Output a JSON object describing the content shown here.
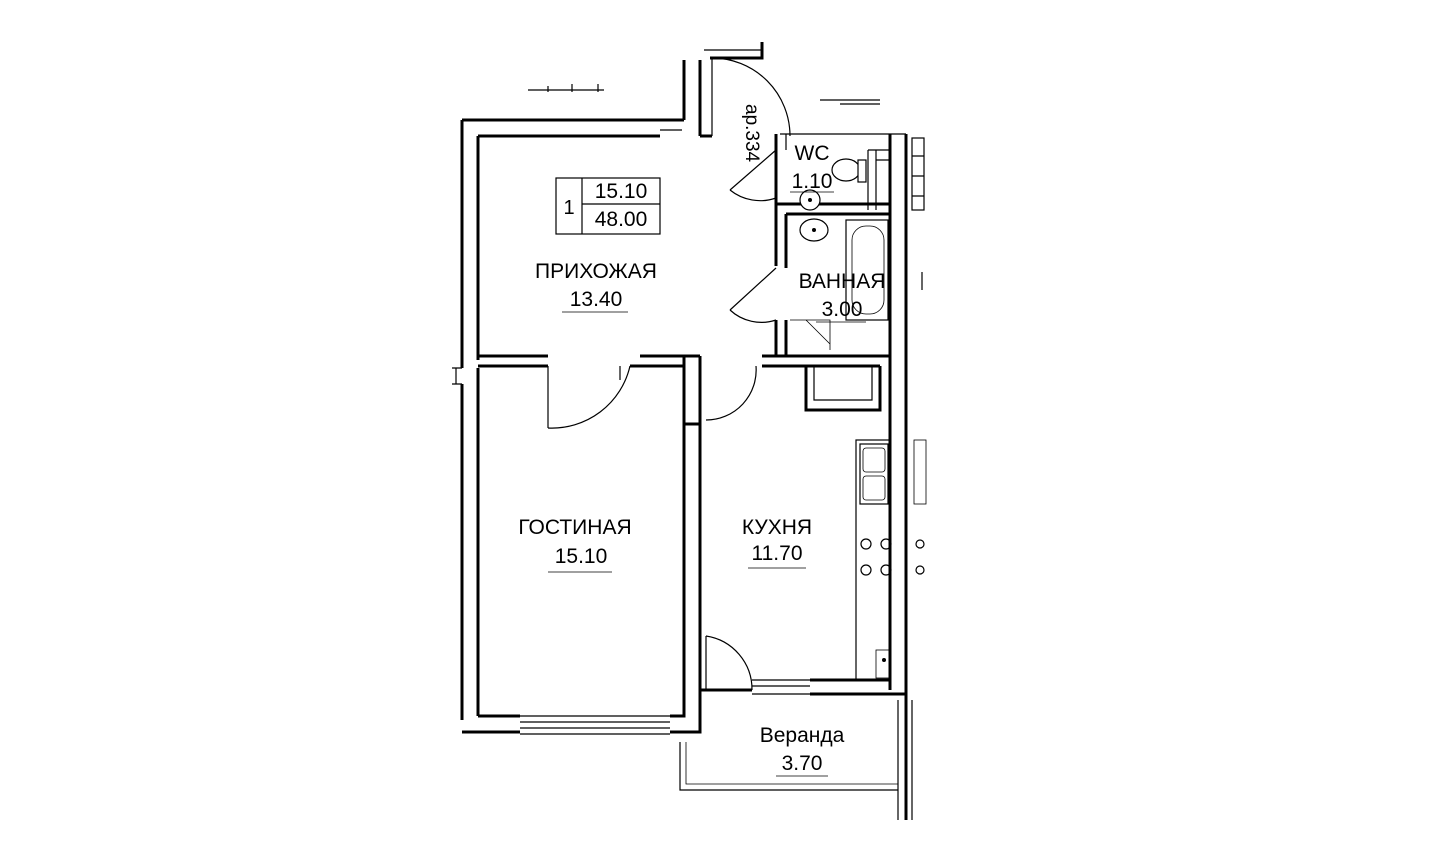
{
  "apartment": {
    "number": "1",
    "living_area": "15.10",
    "total_area": "48.00",
    "entrance_label": "ар.334"
  },
  "rooms": [
    {
      "id": "hallway",
      "name": "ПРИХОЖАЯ",
      "area": "13.40"
    },
    {
      "id": "wc",
      "name": "WC",
      "area": "1.10"
    },
    {
      "id": "bathroom",
      "name": "ВАННАЯ",
      "area": "3.00"
    },
    {
      "id": "living",
      "name": "ГОСТИНАЯ",
      "area": "15.10"
    },
    {
      "id": "kitchen",
      "name": "КУХНЯ",
      "area": "11.70"
    },
    {
      "id": "veranda",
      "name": "Веранда",
      "area": "3.70"
    }
  ],
  "colors": {
    "line": "#000000",
    "background": "#ffffff"
  }
}
